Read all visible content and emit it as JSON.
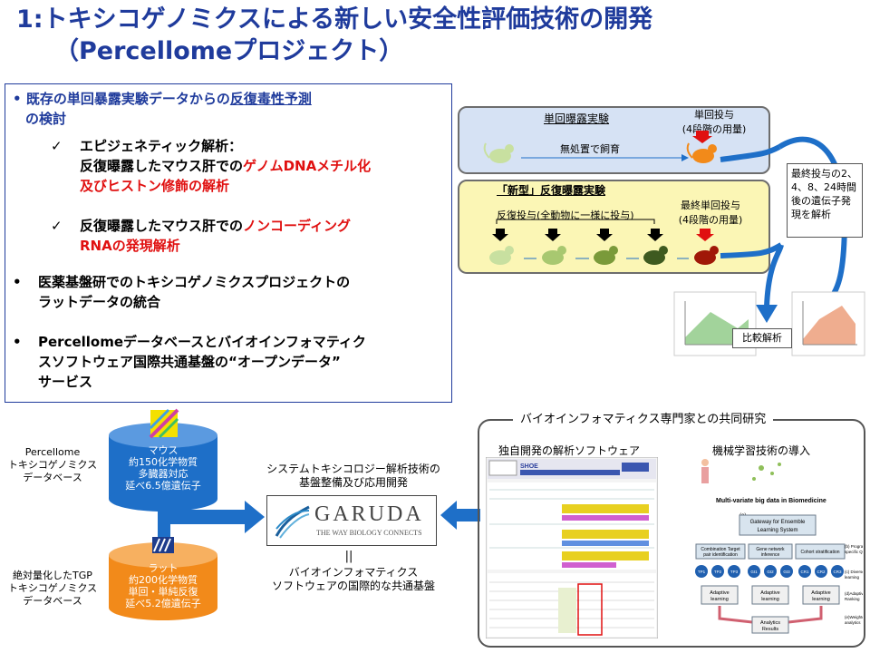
{
  "title": {
    "line1": "1:トキシコゲノミクスによる新しい安全性評価技術の開発",
    "line2": "（Percellomeプロジェクト）"
  },
  "left_panel": {
    "bullet1": {
      "part1": "既存の単回暴露実験データからの",
      "part2": "反復毒性予測",
      "part3": "の検討",
      "sub1": {
        "check": "✓",
        "line1": "エピジェネティック解析：",
        "line2_black": "反復曝露したマウス肝での",
        "line2_red": "ゲノムDNAメチル化",
        "line3_red": "及びヒストン修飾の解析"
      },
      "sub2": {
        "check": "✓",
        "line1_black": "反復曝露したマウス肝での",
        "line1_red": "ノンコーディング",
        "line2_red": "RNAの発現解析"
      }
    },
    "bullet2": {
      "line1": "医薬基盤研でのトキシコゲノミクスプロジェクトの",
      "line2": "ラットデータの統合"
    },
    "bullet3": {
      "line1": "Percellomeデータベースとバイオインフォマティク",
      "line2": "スソフトウェア国際共通基盤の“オープンデータ”",
      "line3": "サービス"
    },
    "bullet_dot": "•"
  },
  "experiment": {
    "single": {
      "title": "単回曝露実験",
      "untreated": "無処置で飼育",
      "dose_label": "単回投与",
      "dose_note": "(4段階の用量)"
    },
    "repeated": {
      "title": "「新型」反復曝露実験",
      "dose_label": "反復投与(全動物に一様に投与)",
      "final_label": "最終単回投与",
      "final_note": "(4段階の用量)"
    },
    "callout": "最終投与の2、4、8、24時間後の遺伝子発現を解析",
    "compare": "比較解析"
  },
  "databases": {
    "mouse": {
      "name": "マウス",
      "line1": "約150化学物質",
      "line2": "多臓器対応",
      "line3": "延べ6.5億遺伝子"
    },
    "rat": {
      "name": "ラット",
      "line1": "約200化学物質",
      "line2": "単回・単純反復",
      "line3": "延べ5.2億遺伝子"
    },
    "mouse_label": [
      "Percellome",
      "トキシコゲノミクス",
      "データベース"
    ],
    "rat_label": [
      "絶対量化したTGP",
      "トキシコゲノミクス",
      "データベース"
    ]
  },
  "garuda": {
    "top_line1": "システムトキシコロジー解析技術の",
    "top_line2": "基盤整備及び応用開発",
    "logo": "GARUDA",
    "tagline": "THE WAY BIOLOGY CONNECTS",
    "equals": "||",
    "bottom_line1": "バイオインフォマティクス",
    "bottom_line2": "ソフトウェアの国際的な共通基盤"
  },
  "collab": {
    "title": "バイオインフォマティクス専門家との共同研究",
    "software": "独自開発の解析ソフトウェア",
    "ml": "機械学習技術の導入",
    "ml_texts": {
      "bigdata": "Multi-variate big data in Biomedicine",
      "gateway": "Gateway for Ensemble Learning System",
      "c1": "Combination Target pair identification",
      "c2": "Gene network inference",
      "c3": "Cohort stratification",
      "tps": [
        "TP1",
        "TP2",
        "TP3",
        "GI1",
        "GI2",
        "GI3",
        "CR1",
        "CR2",
        "CR3"
      ],
      "adaptive": "Adaptive learning",
      "results": "Analytics Results",
      "side1": "(b) Program specific Queries",
      "side2": "(c) Diverse learning algorithms",
      "side3": "(d) Adaptive Ranking System",
      "side4": "(e) Weighted analytics results",
      "label_a": "(a)"
    }
  },
  "colors": {
    "title": "#1f3b9c",
    "red": "#e01010",
    "mouse_db": "#1e6fc8",
    "rat_db": "#f28a1a",
    "arrow": "#1e6fc8"
  }
}
